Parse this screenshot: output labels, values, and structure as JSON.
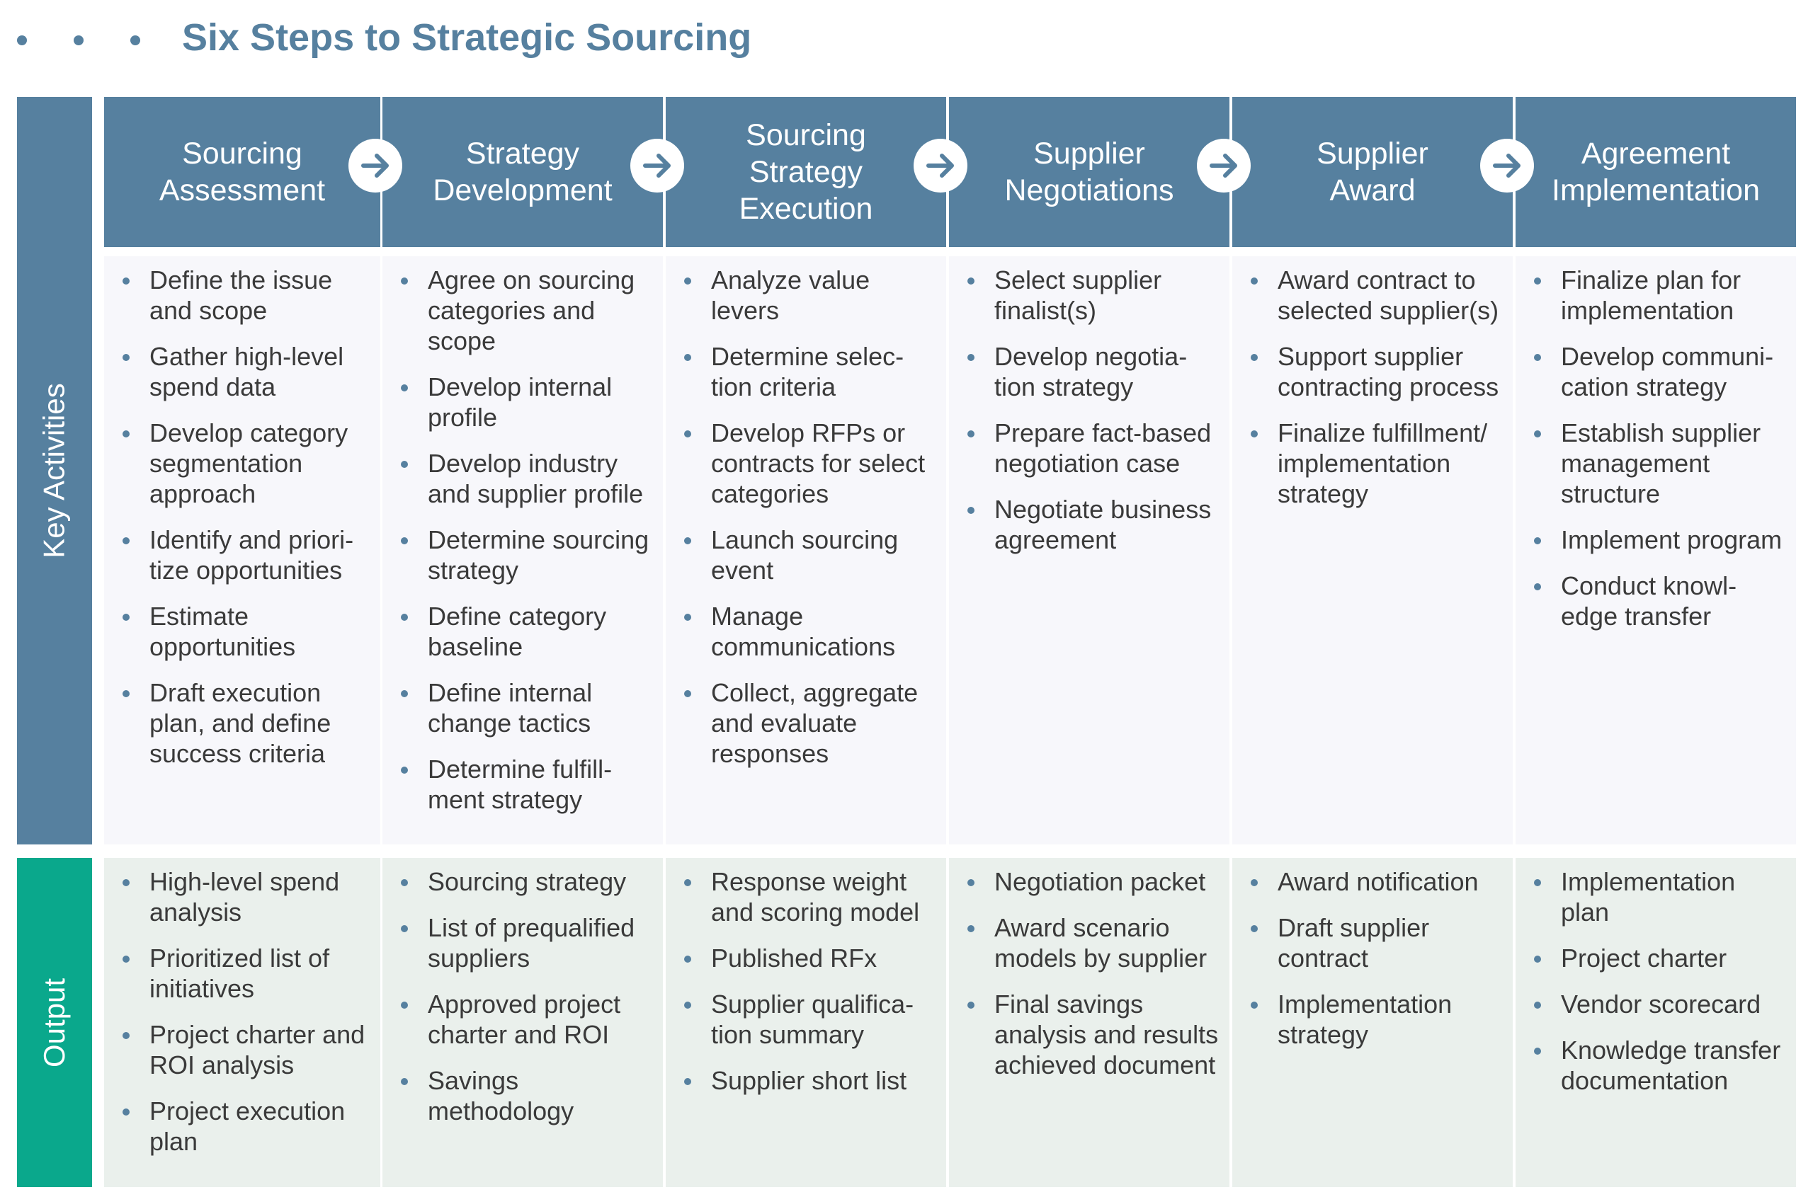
{
  "title": "Six Steps to Strategic Sourcing",
  "row_labels": {
    "activities": "Key Activities",
    "output": "Output"
  },
  "colors": {
    "primary": "#56809f",
    "output": "#0aa88c",
    "activities_bg": "#f7f7fb",
    "output_bg": "#eaf0ec"
  },
  "steps": [
    {
      "header": [
        "Sourcing",
        "Assessment"
      ],
      "activities": [
        "Define the issue and scope",
        "Gather high-level spend data",
        "Develop category segmentation approach",
        "Identify and priori-tize opportunities",
        "Estimate opportunities",
        "Draft execution plan, and define success criteria"
      ],
      "outputs": [
        "High-level spend analysis",
        "Prioritized list of initiatives",
        "Project charter and ROI analysis",
        "Project execution plan"
      ]
    },
    {
      "header": [
        "Strategy",
        "Development"
      ],
      "activities": [
        "Agree on sourcing categories and scope",
        "Develop internal profile",
        "Develop industry and supplier profile",
        "Determine sourcing strategy",
        "Define category baseline",
        "Define internal change tactics",
        "Determine fulfill-ment strategy"
      ],
      "outputs": [
        "Sourcing strategy",
        "List of prequalified suppliers",
        "Approved project charter and ROI",
        "Savings methodology"
      ]
    },
    {
      "header": [
        "Sourcing",
        "Strategy",
        "Execution"
      ],
      "activities": [
        "Analyze value levers",
        "Determine selec-tion criteria",
        "Develop RFPs or contracts for select categories",
        "Launch sourcing event",
        "Manage communications",
        "Collect, aggregate and evaluate responses"
      ],
      "outputs": [
        "Response weight and scoring model",
        "Published RFx",
        "Supplier qualifica-tion summary",
        "Supplier short list"
      ]
    },
    {
      "header": [
        "Supplier",
        "Negotiations"
      ],
      "activities": [
        "Select supplier finalist(s)",
        "Develop negotia-tion strategy",
        "Prepare fact-based negotiation case",
        "Negotiate business agreement"
      ],
      "outputs": [
        "Negotiation packet",
        "Award scenario models by supplier",
        "Final savings analysis and results achieved document"
      ]
    },
    {
      "header": [
        "Supplier",
        "Award"
      ],
      "activities": [
        "Award contract to selected supplier(s)",
        "Support supplier contracting process",
        "Finalize fulfillment/ implementation strategy"
      ],
      "outputs": [
        "Award notification",
        "Draft supplier contract",
        "Implementation strategy"
      ]
    },
    {
      "header": [
        "Agreement",
        "Implementation"
      ],
      "activities": [
        "Finalize plan for implementation",
        "Develop communi-cation strategy",
        "Establish supplier management structure",
        "Implement program",
        "Conduct knowl-edge transfer"
      ],
      "outputs": [
        "Implementation plan",
        "Project charter",
        "Vendor scorecard",
        "Knowledge transfer documentation"
      ]
    }
  ]
}
